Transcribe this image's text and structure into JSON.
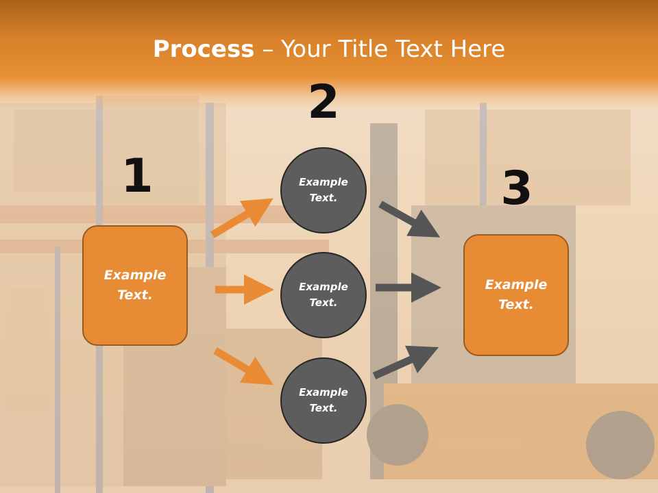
{
  "title": {
    "bold": "Process",
    "rest": " – Your Title Text Here"
  },
  "steps": [
    {
      "number": "1",
      "text": "Example\nText."
    },
    {
      "number": "2"
    },
    {
      "number": "3",
      "text": "Example\nText."
    }
  ],
  "circles": [
    {
      "text": "Example\nText."
    },
    {
      "text": "Example\nText."
    },
    {
      "text": "Example\nText."
    }
  ],
  "colors": {
    "orange": "#e78c34",
    "gray": "#5d5d5d",
    "header": "#e08a30"
  }
}
